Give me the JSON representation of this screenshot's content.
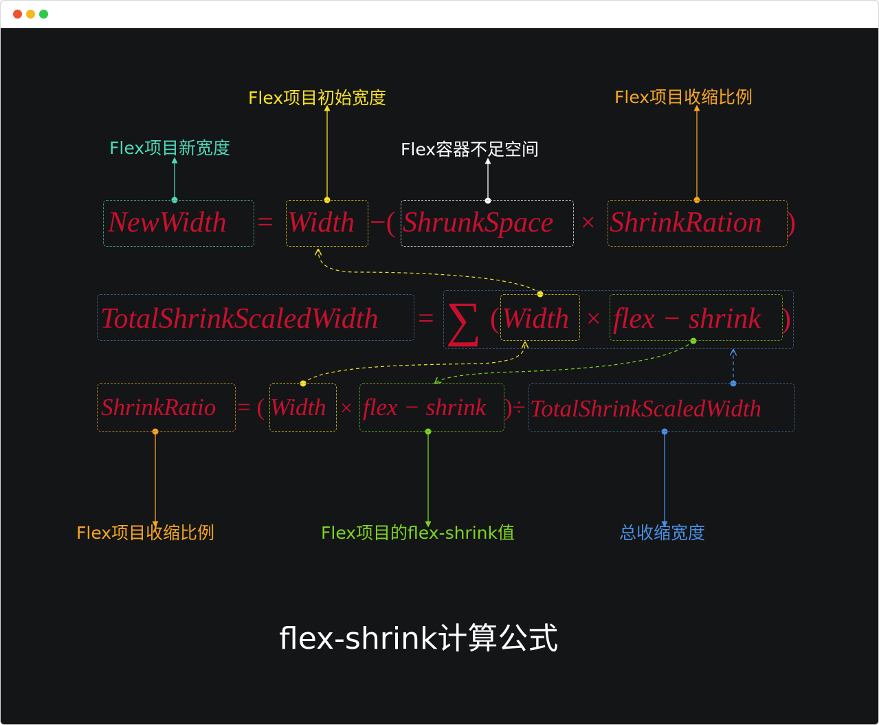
{
  "window": {
    "controls": [
      "close",
      "minimize",
      "maximize"
    ]
  },
  "formula1": {
    "new_width": "NewWidth",
    "eq": "=",
    "width": "Width",
    "minus_paren": "−(",
    "shrunk_space": "ShrunkSpace",
    "times": "×",
    "shrink_ration": "ShrinkRation",
    "close": ")"
  },
  "formula2": {
    "total": "TotalShrinkScaledWidth",
    "eq": "=",
    "sum": "∑",
    "open": "(",
    "width": "Width",
    "times": "×",
    "flex_shrink": "flex − shrink",
    "close": ")"
  },
  "formula3": {
    "shrink_ratio": "ShrinkRatio",
    "eq_open": "= (",
    "width": "Width",
    "times": "×",
    "flex_shrink": "flex − shrink",
    "close_div": ")÷",
    "total": "TotalShrinkScaledWidth"
  },
  "labels": {
    "new_width": "Flex项目新宽度",
    "initial_width": "Flex项目初始宽度",
    "insufficient_space": "Flex容器不足空间",
    "shrink_ratio_top": "Flex项目收缩比例",
    "shrink_ratio_bottom": "Flex项目收缩比例",
    "flex_shrink_value": "Flex项目的flex-shrink值",
    "total_shrink_width": "总收缩宽度"
  },
  "title": "flex-shrink计算公式",
  "colors": {
    "formula": "#c8102e",
    "teal": "#50d8b8",
    "yellow": "#f5e12a",
    "white": "#ffffff",
    "orange": "#f5a623",
    "green": "#7ed321",
    "blue": "#4a90e2",
    "background": "#141517"
  }
}
